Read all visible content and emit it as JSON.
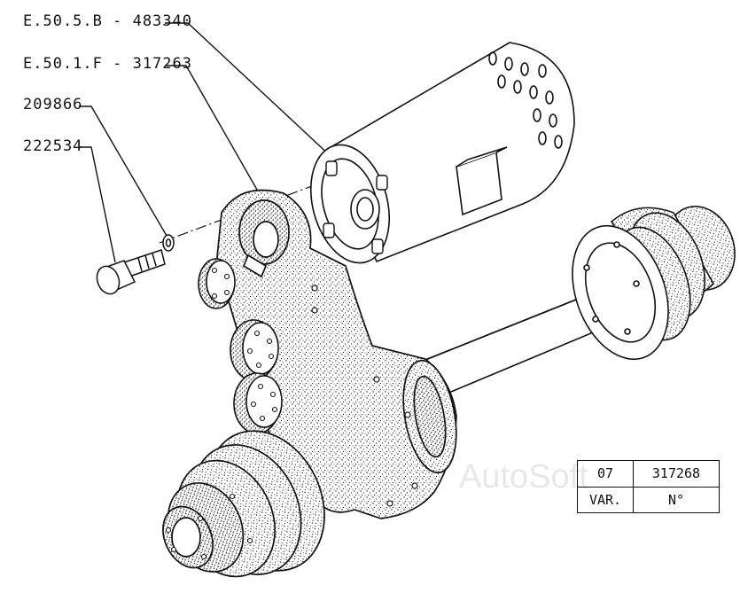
{
  "callouts": {
    "c1": "E.50.5.B - 483340",
    "c2": "E.50.1.F - 317263",
    "c3": "209866",
    "c4": "222534"
  },
  "table": {
    "variant_value": "07",
    "number_value": "317268",
    "variant_label": "VAR.",
    "number_label": "N°"
  },
  "watermark": "AutoSoft",
  "colors": {
    "ink": "#111111",
    "paper": "#ffffff",
    "stipple": "#222222"
  }
}
